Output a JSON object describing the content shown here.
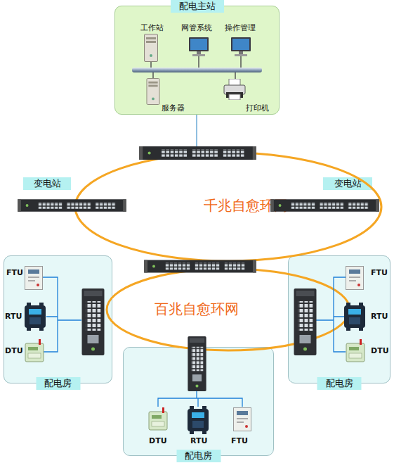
{
  "diagram": {
    "nodes": [
      {
        "text": [
          "配电主站"
        ]
      },
      {
        "text": [
          "变电站"
        ]
      },
      {
        "text": [
          "变电站"
        ]
      },
      {
        "text": [
          "千兆自愈环网"
        ]
      },
      {
        "text": [
          "百兆自愈环网"
        ]
      },
      {
        "text": [
          "配电房"
        ]
      },
      {
        "text": [
          "配电房"
        ]
      },
      {
        "text": [
          "配电房"
        ]
      }
    ],
    "labels": [
      "工作站",
      "网管系统",
      "操作管理",
      "服务器",
      "打印机",
      "FTU",
      "RTU",
      "DTU",
      "FTU",
      "RTU",
      "DTU",
      "DTU",
      "RTU",
      "FTU"
    ]
  }
}
